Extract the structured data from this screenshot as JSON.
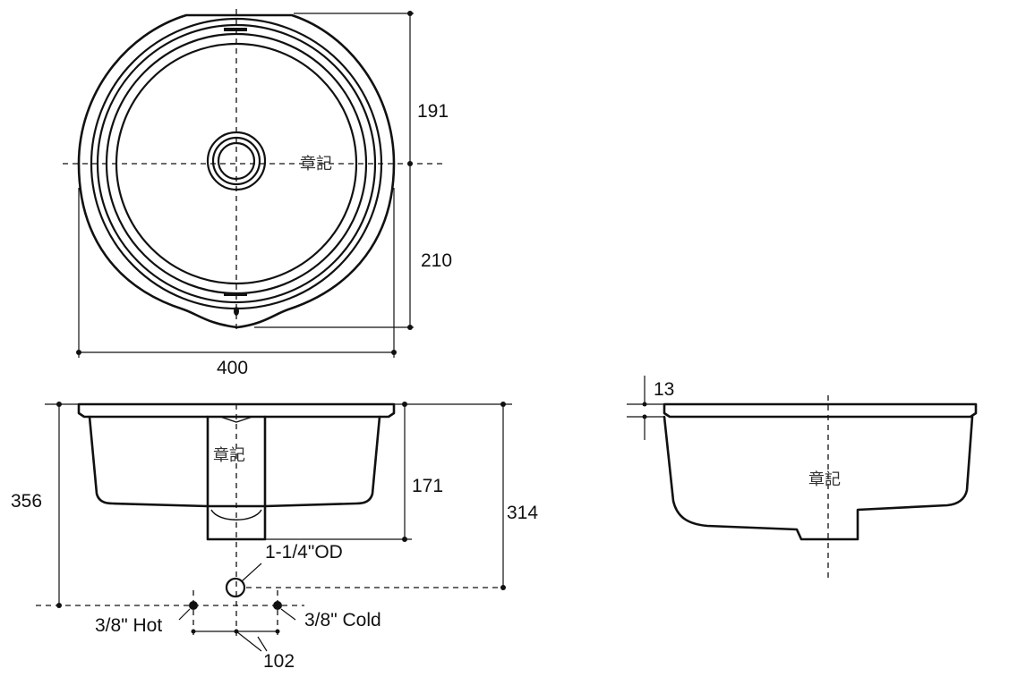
{
  "stamp": "章記",
  "top_view": {
    "dim_depth_front": "191",
    "dim_depth_back": "210",
    "dim_width": "400"
  },
  "front_view": {
    "dim_overall_height": "356",
    "dim_bowl_height": "171",
    "dim_drain_height": "314",
    "drain_label": "1-1/4\"OD",
    "hot_label": "3/8\" Hot",
    "cold_label": "3/8\" Cold",
    "supply_spacing": "102"
  },
  "side_view": {
    "dim_rim_thickness": "13"
  }
}
